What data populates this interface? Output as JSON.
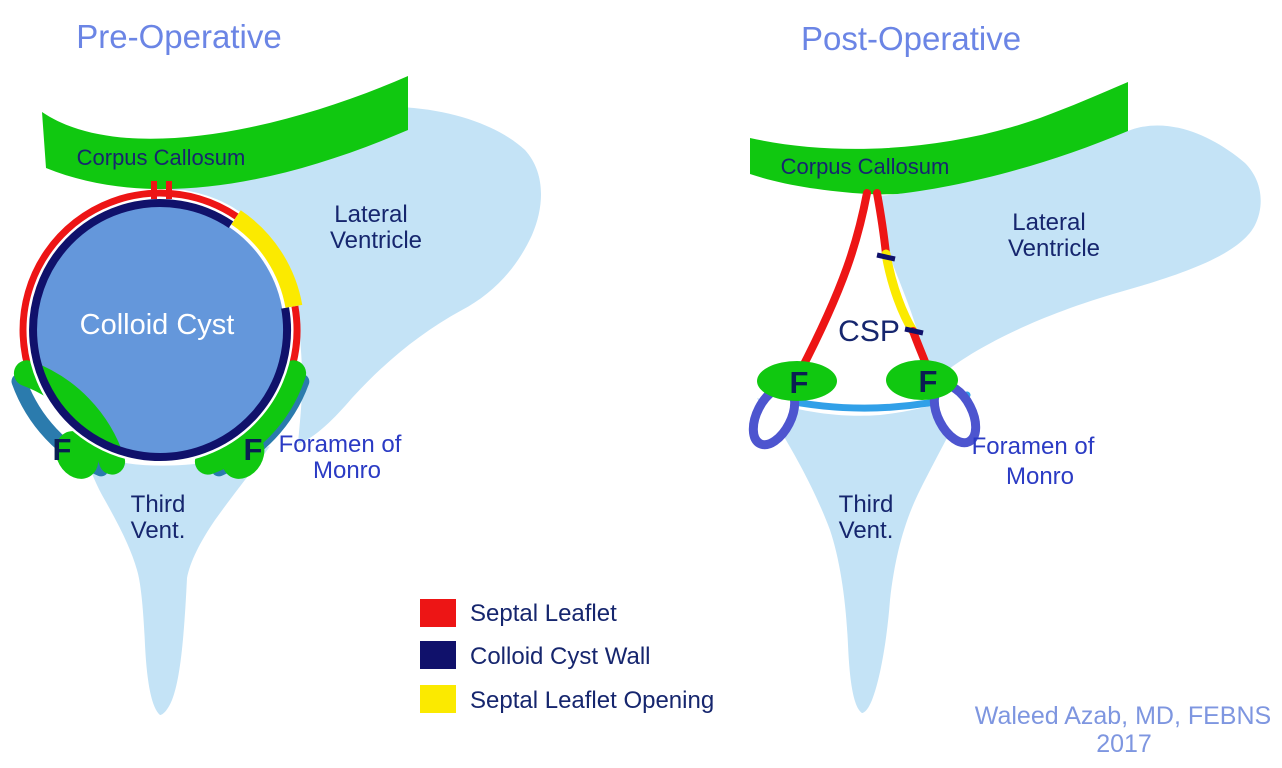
{
  "panels": {
    "pre": {
      "title": "Pre-Operative",
      "corpus_callosum": "Corpus Callosum",
      "lateral_ventricle": [
        "Lateral",
        "Ventricle"
      ],
      "cyst_label": "Colloid Cyst",
      "foramen_label": [
        "Foramen of",
        "Monro"
      ],
      "third_vent": [
        "Third",
        "Vent."
      ],
      "f_left": "F",
      "f_right": "F"
    },
    "post": {
      "title": "Post-Operative",
      "corpus_callosum": "Corpus Callosum",
      "lateral_ventricle": [
        "Lateral",
        "Ventricle"
      ],
      "csp_label": "CSP",
      "foramen_label": [
        "Foramen of",
        "Monro"
      ],
      "third_vent": [
        "Third",
        "Vent."
      ],
      "f_left": "F",
      "f_right": "F"
    }
  },
  "legend": {
    "items": [
      {
        "label": "Septal Leaflet",
        "color": "#ED1515"
      },
      {
        "label": "Colloid Cyst Wall",
        "color": "#10116B"
      },
      {
        "label": "Septal Leaflet Opening",
        "color": "#FBEA00"
      }
    ]
  },
  "credit": {
    "line1": "Waleed Azab, MD, FEBNS",
    "line2": "2017"
  },
  "colors": {
    "corpus_callosum_green": "#10C810",
    "ventricle_light_blue": "#C4E3F6",
    "cyst_fill_blue": "#6497DB",
    "septal_leaflet_red": "#ED1515",
    "cyst_wall_navy": "#10116B",
    "septal_opening_yellow": "#FBEA00",
    "foramen_teal": "#2B7BAD",
    "foramen_ring_blue": "#4D55CF",
    "third_vent_roof_blue": "#31A0E8",
    "title_blue": "#6B85E5",
    "label_navy": "#16266E",
    "foramen_label_blue": "#2B3BC4",
    "credit_blue": "#7E96E0"
  }
}
